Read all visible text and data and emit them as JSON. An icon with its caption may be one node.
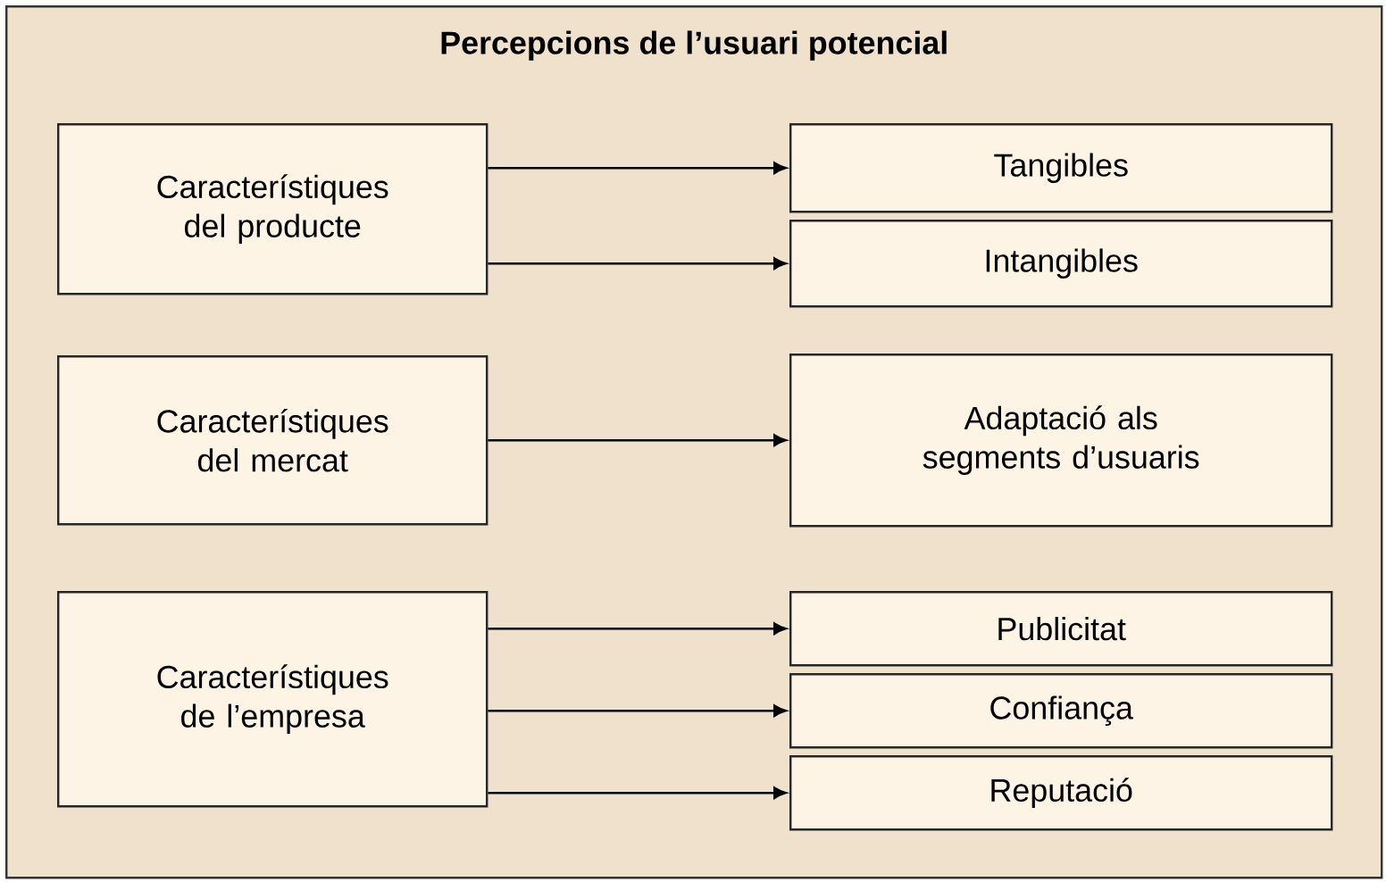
{
  "diagram": {
    "nodes": [
      {
        "text": [
          "Percepcions de l’usuari potencial"
        ]
      },
      {
        "text": [
          "Característiques del producte"
        ],
        "in": 0
      },
      {
        "text": [
          "Tangibles"
        ],
        "in": 0
      },
      {
        "text": [
          "Intangibles"
        ],
        "in": 0
      },
      {
        "text": [
          "Característiques del mercat"
        ],
        "in": 0
      },
      {
        "text": [
          "Adaptació als segments d’usuaris"
        ],
        "in": 0
      },
      {
        "text": [
          "Característiques de l’empresa"
        ],
        "in": 0
      },
      {
        "text": [
          "Publicitat"
        ],
        "in": 0
      },
      {
        "text": [
          "Confiança"
        ],
        "in": 0
      },
      {
        "text": [
          "Reputació"
        ],
        "in": 0
      }
    ],
    "edges": [
      {
        "from": 1,
        "to": 2,
        "arrow": "to"
      },
      {
        "from": 1,
        "to": 3,
        "arrow": "to"
      },
      {
        "from": 4,
        "to": 5,
        "arrow": "to"
      },
      {
        "from": 6,
        "to": 7,
        "arrow": "to"
      },
      {
        "from": 6,
        "to": 8,
        "arrow": "to"
      },
      {
        "from": 6,
        "to": 9,
        "arrow": "to"
      }
    ]
  }
}
